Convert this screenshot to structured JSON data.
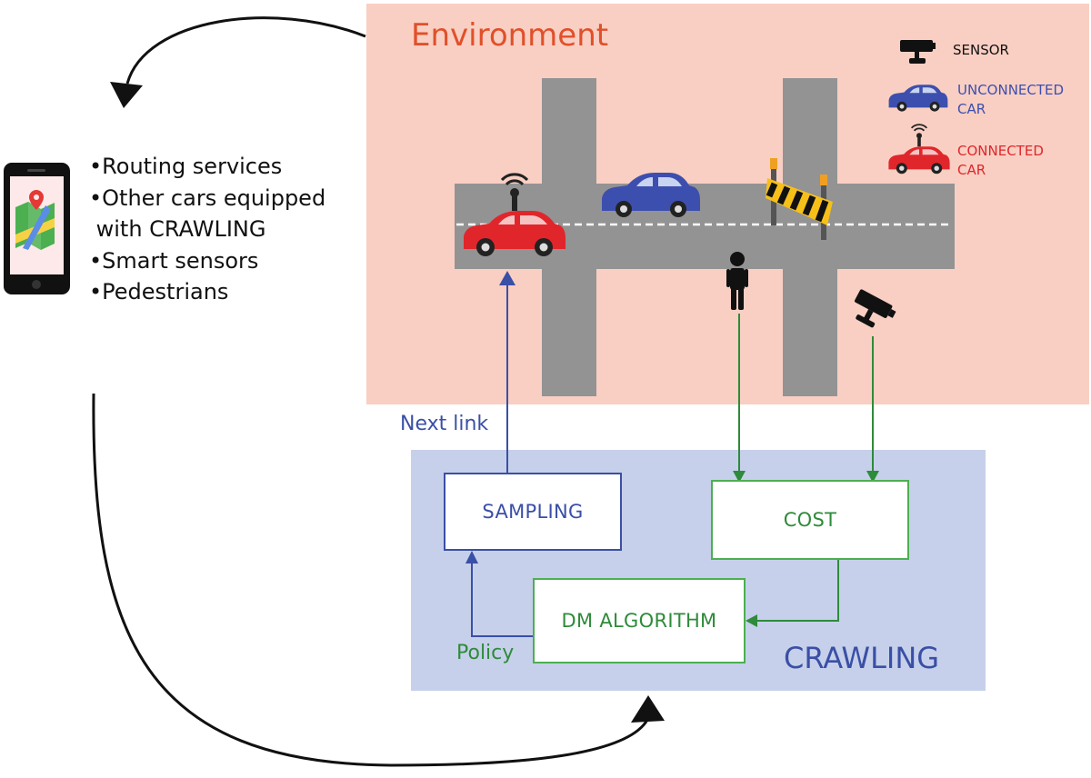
{
  "environment": {
    "title": "Environment"
  },
  "legend": {
    "sensor": "SENSOR",
    "unconnected_car": [
      "UNCONNECTED",
      "CAR"
    ],
    "connected_car": [
      "CONNECTED",
      "CAR"
    ]
  },
  "sources": {
    "items": [
      "•Routing services",
      "•Other cars equipped",
      " with CRAWLING",
      "•Smart sensors",
      "•Pedestrians"
    ]
  },
  "crawling": {
    "title": "CRAWLING",
    "sampling": "SAMPLING",
    "cost": "COST",
    "dm_algorithm": "DM ALGORITHM",
    "next_link": "Next link",
    "policy": "Policy"
  },
  "colors": {
    "environment_bg": "#f9cfc3",
    "crawling_bg": "#c6d0ea",
    "road": "#939393",
    "blue": "#3a4fa6",
    "green": "#2e8b3a",
    "red_car": "#e0262b",
    "blue_car": "#3d4fae"
  },
  "icons": [
    "smartphone-map-icon",
    "connected-car-icon",
    "unconnected-car-icon",
    "pedestrian-icon",
    "camera-sensor-icon",
    "road-barrier-icon"
  ]
}
